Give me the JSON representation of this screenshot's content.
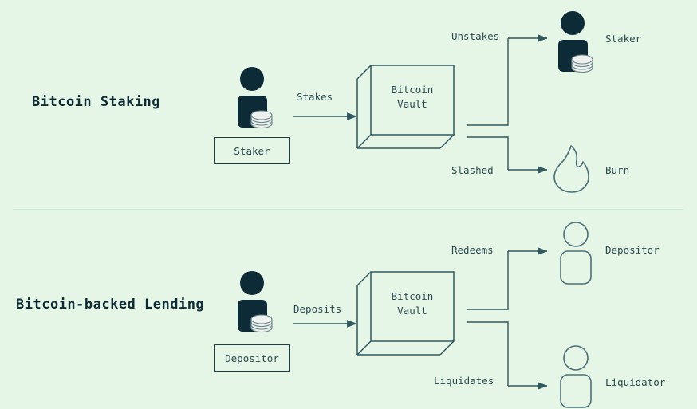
{
  "meta": {
    "background_color": "#e5f6e7",
    "ink_color": "#0d2b33",
    "line_color": "#2f585f",
    "fill_dark": "#0c2b36",
    "coin_color": "#eef1f0"
  },
  "sections": [
    {
      "id": "staking",
      "title": "Bitcoin Staking",
      "source": {
        "icon": "person-with-coins-icon",
        "box_label": "Staker"
      },
      "flow_in_label": "Stakes",
      "vault": {
        "line1": "Bitcoin",
        "line2": "Vault"
      },
      "outputs": [
        {
          "edge_label": "Unstakes",
          "icon": "person-with-coins-icon",
          "label": "Staker"
        },
        {
          "edge_label": "Slashed",
          "icon": "flame-icon",
          "label": "Burn"
        }
      ]
    },
    {
      "id": "lending",
      "title": "Bitcoin-backed Lending",
      "source": {
        "icon": "person-with-coins-icon",
        "box_label": "Depositor"
      },
      "flow_in_label": "Deposits",
      "vault": {
        "line1": "Bitcoin",
        "line2": "Vault"
      },
      "outputs": [
        {
          "edge_label": "Redeems",
          "icon": "person-outline-icon",
          "label": "Depositor"
        },
        {
          "edge_label": "Liquidates",
          "icon": "person-outline-icon",
          "label": "Liquidator"
        }
      ]
    }
  ]
}
